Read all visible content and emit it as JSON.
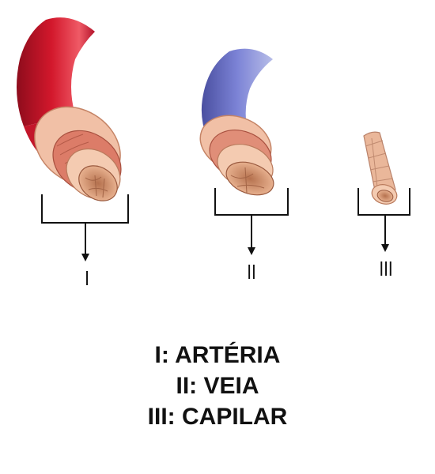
{
  "diagram": {
    "vessels": [
      {
        "numeral": "I",
        "color": "#c8182a"
      },
      {
        "numeral": "II",
        "color": "#6a72c8"
      },
      {
        "numeral": "III",
        "color": "#e4a88a"
      }
    ],
    "legend": [
      "I: ARTÉRIA",
      "II: VEIA",
      "III: CAPILAR"
    ]
  }
}
